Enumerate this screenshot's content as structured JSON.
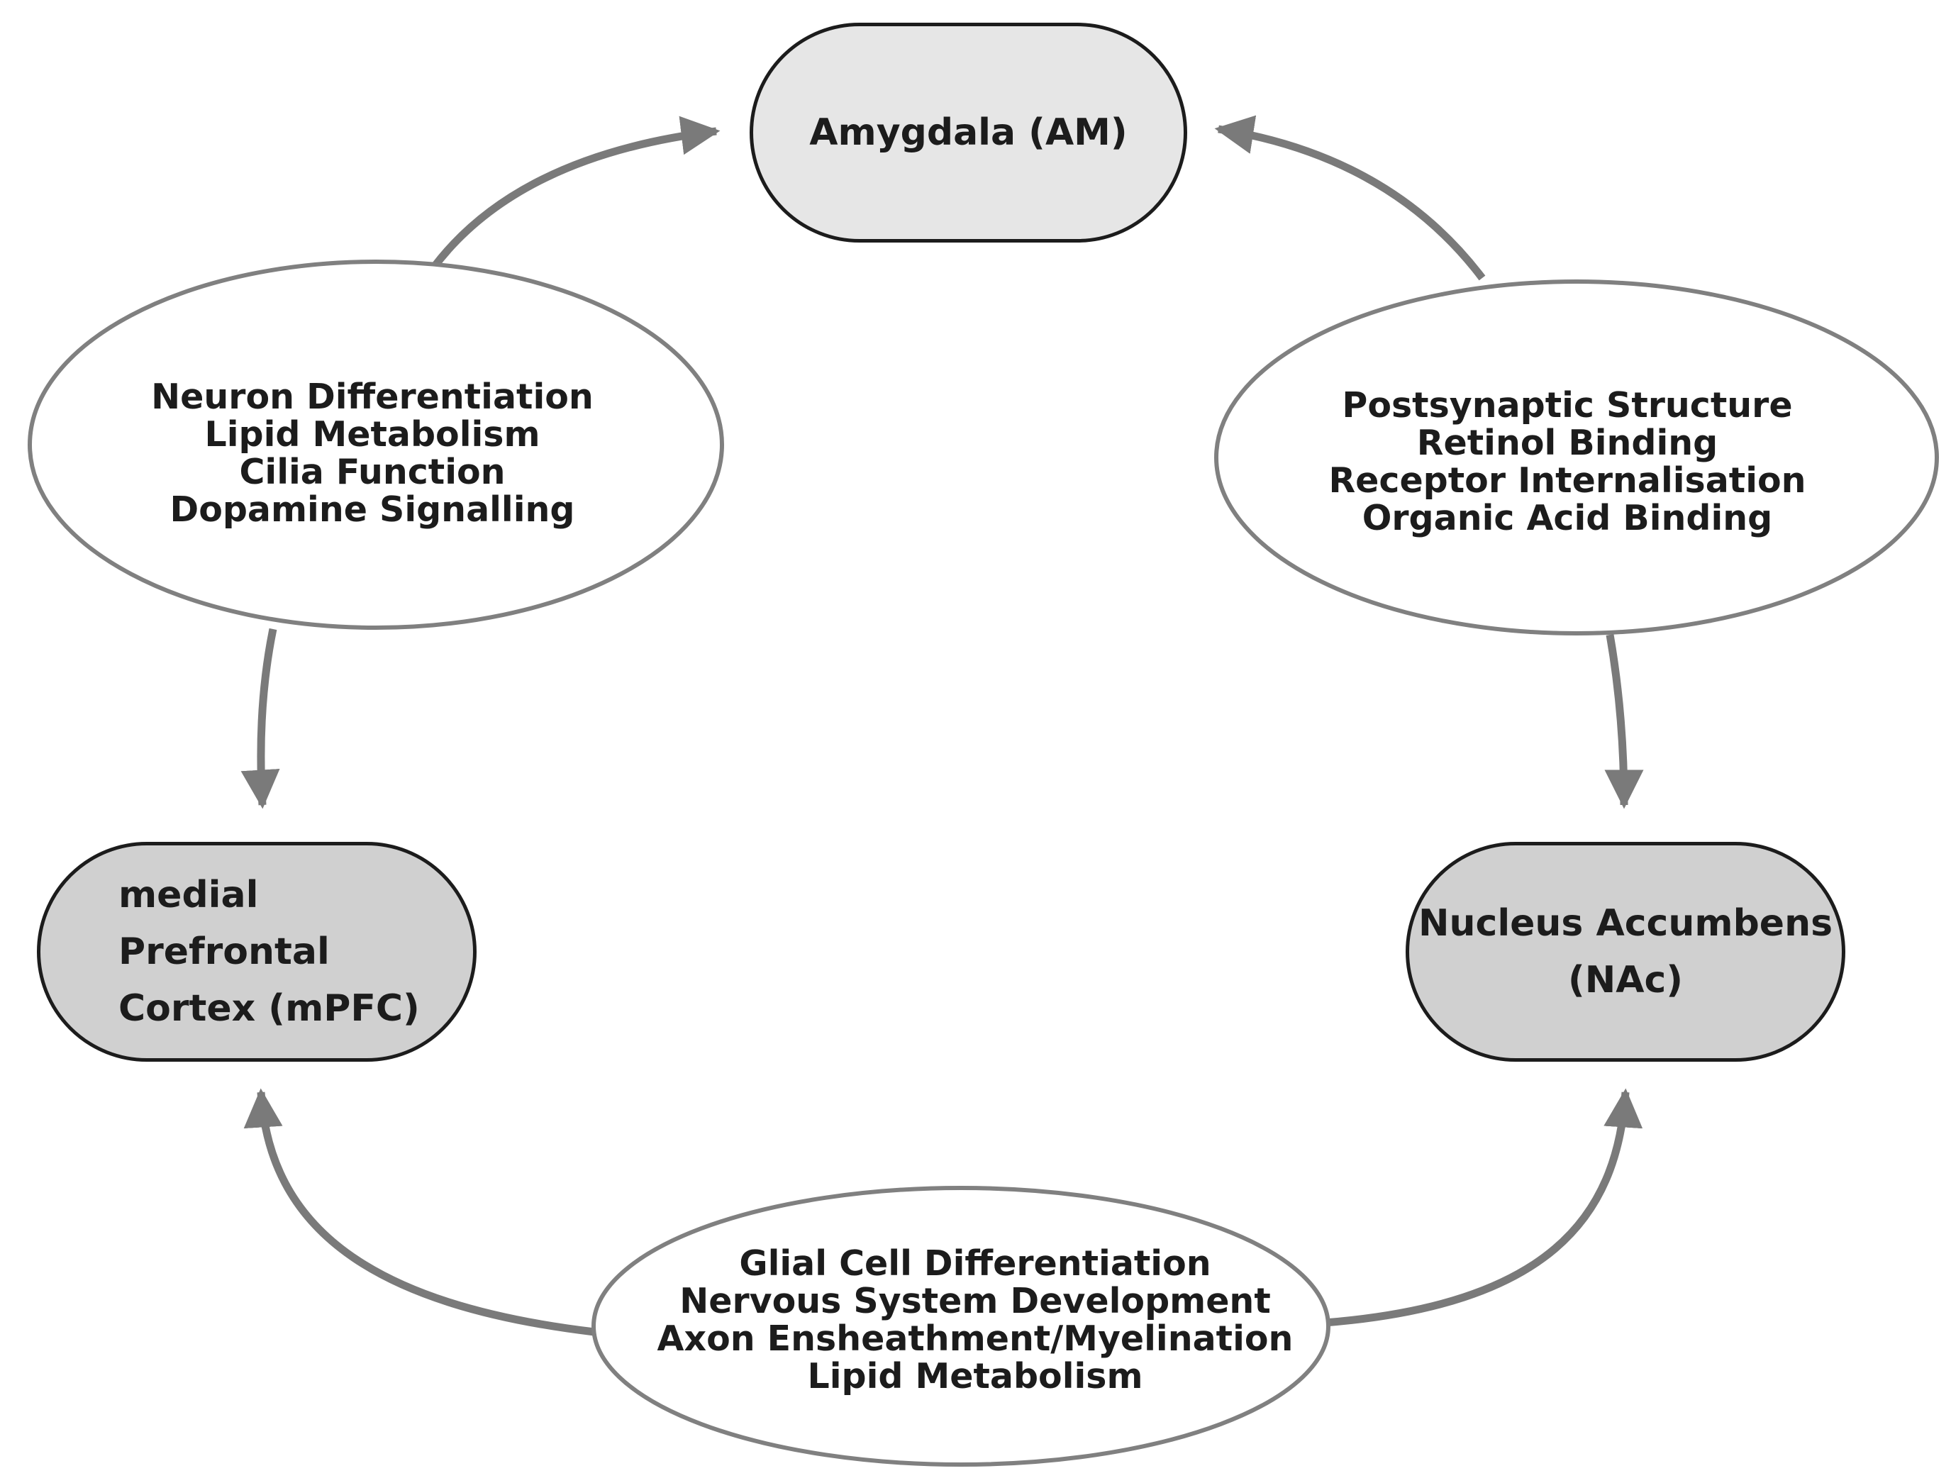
{
  "regions": {
    "amygdala": {
      "label": "Amygdala (AM)",
      "fill": "#e6e6e6"
    },
    "mpfc": {
      "lines": [
        "medial Prefrontal",
        "Cortex (mPFC)"
      ],
      "fill": "#d0d0d0"
    },
    "nac": {
      "lines": [
        "Nucleus Accumbens",
        "(NAc)"
      ],
      "fill": "#d0d0d0"
    }
  },
  "processes": {
    "mpfc_am": [
      "Neuron Differentiation",
      "Lipid Metabolism",
      "Cilia Function",
      "Dopamine Signalling"
    ],
    "nac_am": [
      "Postsynaptic Structure",
      "Retinol Binding",
      "Receptor Internalisation",
      "Organic Acid Binding"
    ],
    "mpfc_nac": [
      "Glial Cell Differentiation",
      "Nervous System Development",
      "Axon Ensheathment/Myelination",
      "Lipid Metabolism"
    ]
  },
  "style": {
    "arrow_color": "#7a7a7a",
    "outline_color": "#1c1c1c",
    "oval_border": "#808080"
  }
}
